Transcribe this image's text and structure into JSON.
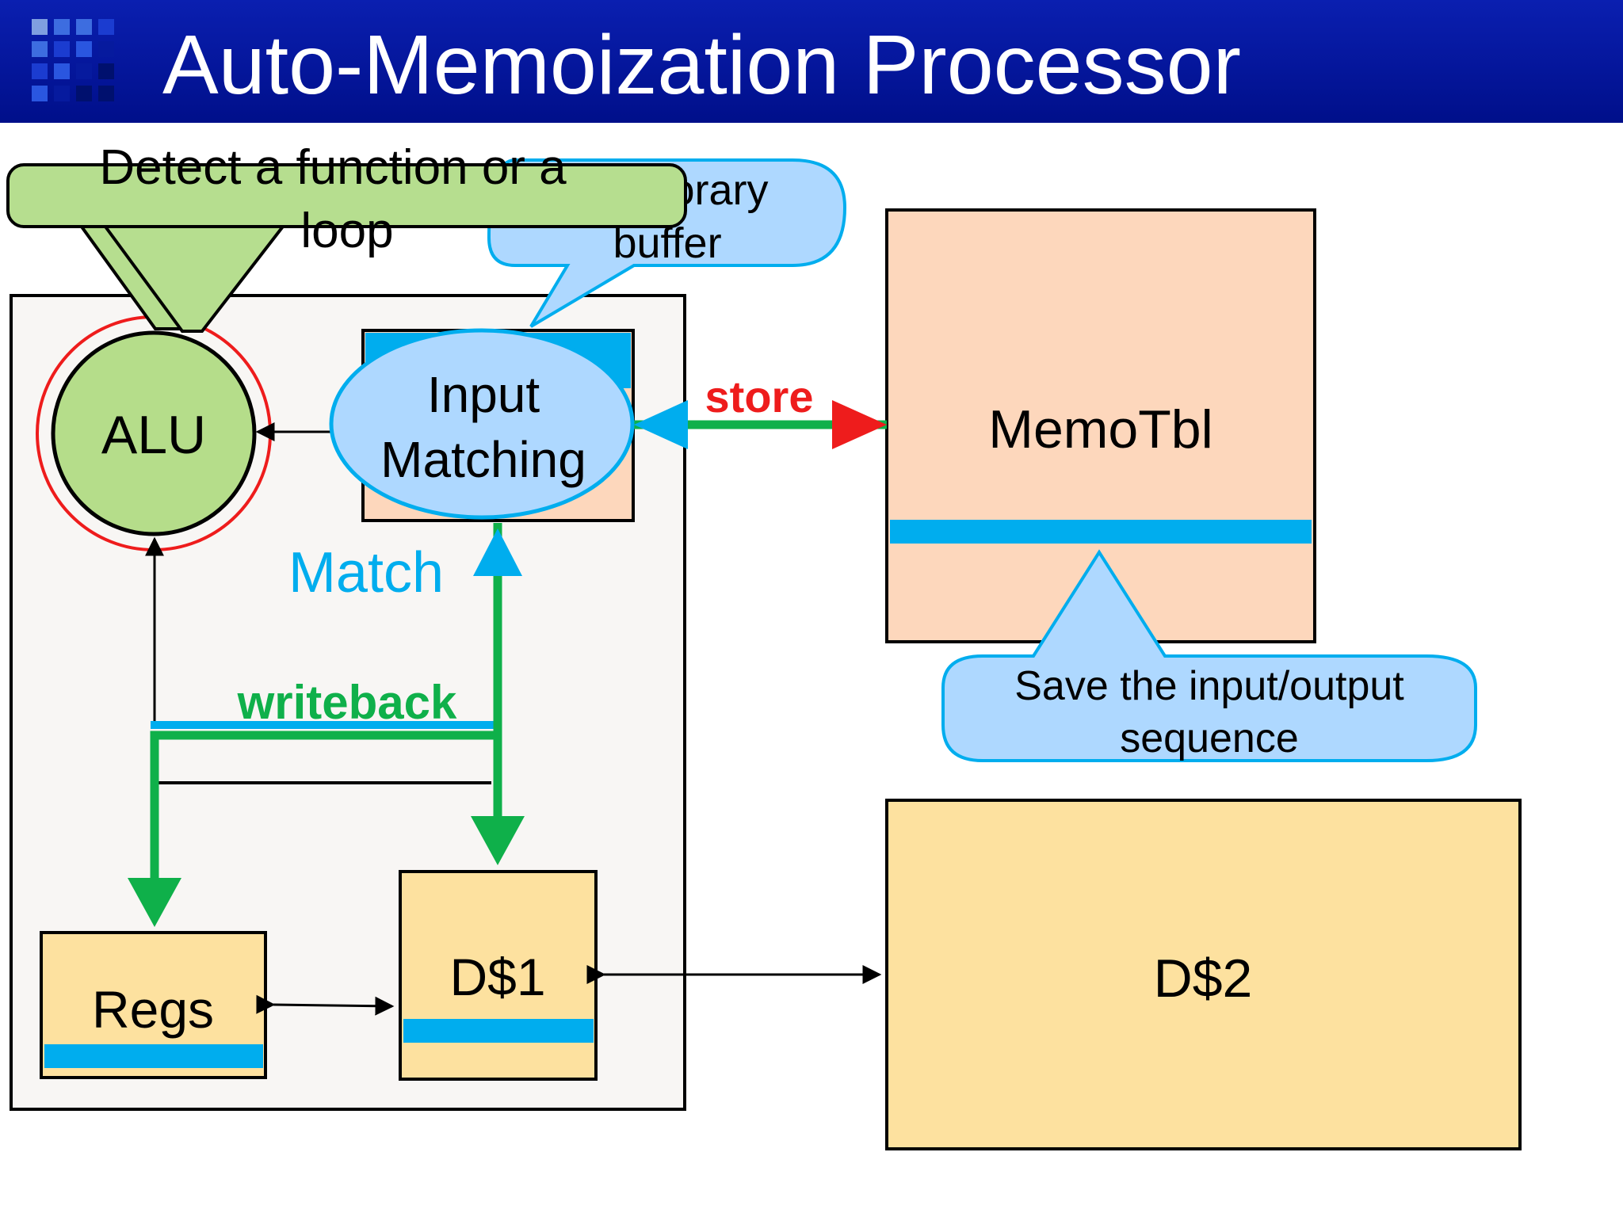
{
  "slide": {
    "title": "Auto-Memoization Processor"
  },
  "callouts": {
    "detect_line1": "Detect a function or a",
    "detect_line2": "loop",
    "buffer_line1": "Temporary",
    "buffer_line2": "buffer",
    "save_line1": "Save the input/output",
    "save_line2": "sequence"
  },
  "blocks": {
    "alu": "ALU",
    "input_matching_line1": "Input",
    "input_matching_line2": "Matching",
    "memotbl": "MemoTbl",
    "regs": "Regs",
    "d1": "D$1",
    "d2": "D$2"
  },
  "flow_labels": {
    "store": "store",
    "match": "Match",
    "writeback": "writeback"
  },
  "colors": {
    "title_bar": "#00129a",
    "processor_bg": "#f8f6f4",
    "memotbl_fill": "#fdd7bc",
    "cache_fill": "#fde19f",
    "alu_fill": "#b5dd8a",
    "blue_stripe": "#00adee",
    "callout_blue": "#aed8ff",
    "callout_green": "#b6de8f",
    "green_arrow": "#0fb04a",
    "red": "#ee1c1c"
  }
}
